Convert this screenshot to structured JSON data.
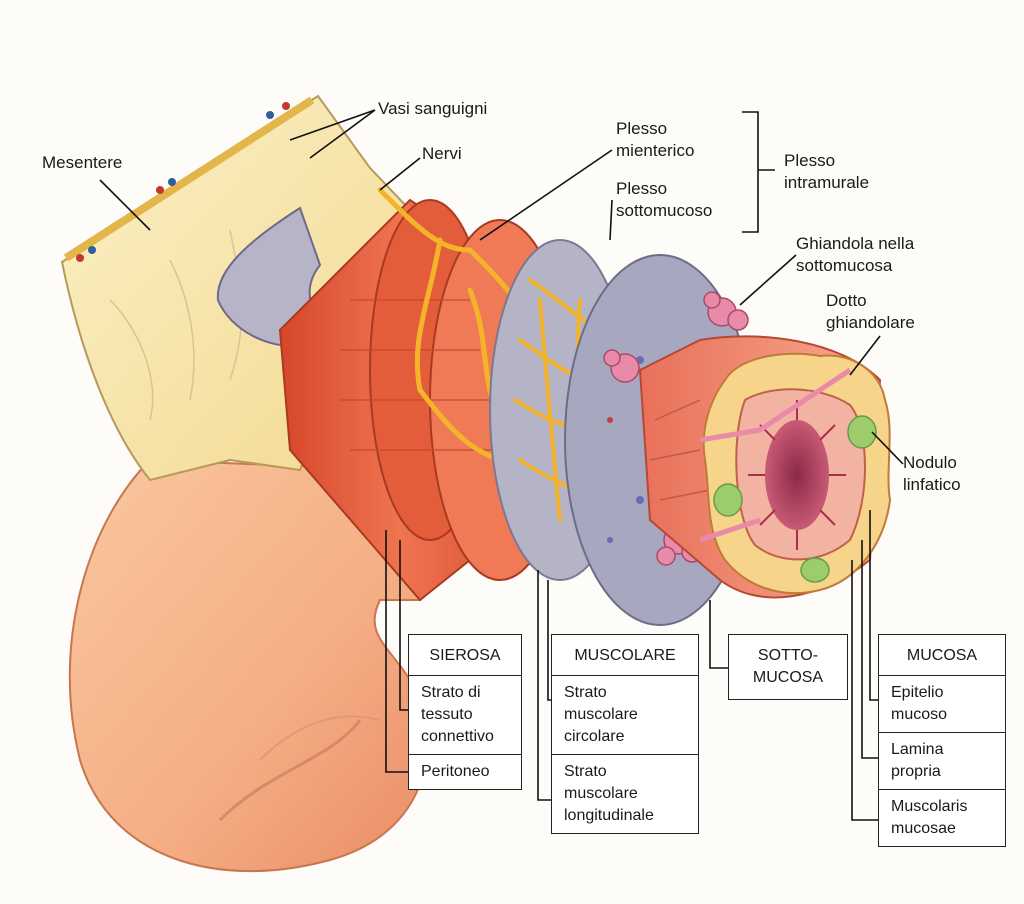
{
  "labels": {
    "mesentere": [
      "Mesentere"
    ],
    "vasi": [
      "Vasi sanguigni"
    ],
    "nervi": [
      "Nervi"
    ],
    "plesso_mienterico": [
      "Plesso",
      "mienterico"
    ],
    "plesso_sottomucoso": [
      "Plesso",
      "sottomucoso"
    ],
    "plesso_intramurale": [
      "Plesso",
      "intramurale"
    ],
    "ghiandola": [
      "Ghiandola nella",
      "sottomucosa"
    ],
    "dotto": [
      "Dotto",
      "ghiandolare"
    ],
    "nodulo": [
      "Nodulo",
      "linfatico"
    ]
  },
  "boxes": {
    "sierosa": {
      "title": "SIEROSA",
      "items": [
        [
          "Strato di",
          "tessuto",
          "connettivo"
        ],
        [
          "Peritoneo"
        ]
      ]
    },
    "muscolare": {
      "title": "MUSCOLARE",
      "items": [
        [
          "Strato",
          "muscolare",
          "circolare"
        ],
        [
          "Strato",
          "muscolare",
          "longitudinale"
        ]
      ]
    },
    "sottomucosa": {
      "title_lines": [
        "SOTTO-",
        "MUCOSA"
      ]
    },
    "mucosa": {
      "title": "MUCOSA",
      "items": [
        [
          "Epitelio",
          "mucoso"
        ],
        [
          "Lamina",
          "propria"
        ],
        [
          "Muscolaris",
          "mucosae"
        ]
      ]
    }
  },
  "colors": {
    "mesentery": "#f7e3a8",
    "muscle": "#e8613c",
    "nerve": "#f4b92a",
    "submucosa": "#a9a9bd",
    "mucosa": "#f08a6e",
    "nodule": "#9ccc6b"
  }
}
